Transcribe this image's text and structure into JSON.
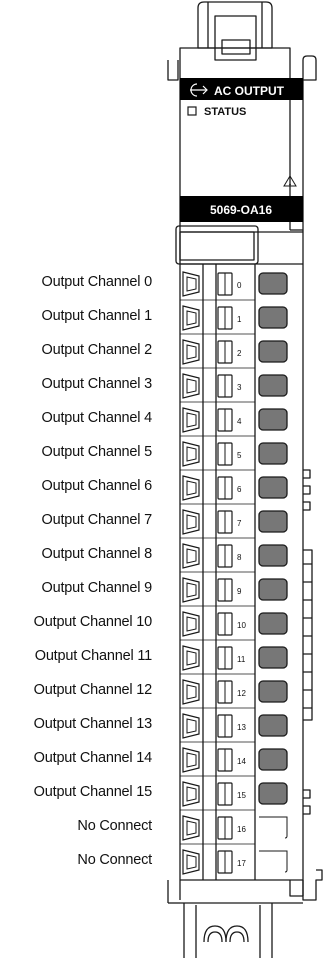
{
  "module": {
    "header_title": "AC OUTPUT",
    "status_label": "STATUS",
    "catalog_number": "5069-OA16"
  },
  "channel_labels": [
    "Output Channel 0",
    "Output Channel 1",
    "Output Channel 2",
    "Output Channel 3",
    "Output Channel 4",
    "Output Channel 5",
    "Output Channel 6",
    "Output Channel 7",
    "Output Channel 8",
    "Output Channel 9",
    "Output Channel 10",
    "Output Channel 11",
    "Output Channel 12",
    "Output Channel 13",
    "Output Channel 14",
    "Output Channel 15",
    "No Connect",
    "No Connect"
  ],
  "terminal_numbers": [
    "0",
    "1",
    "2",
    "3",
    "4",
    "5",
    "6",
    "7",
    "8",
    "9",
    "10",
    "11",
    "12",
    "13",
    "14",
    "15",
    "16",
    "17"
  ],
  "colors": {
    "line": "#1a1a1a",
    "panel_dark": "#000000",
    "led_gray": "#777777"
  },
  "icons": {
    "output_symbol": "arrow-in-circle-icon",
    "status_box": "square-icon",
    "warning": "warning-triangle-icon"
  }
}
